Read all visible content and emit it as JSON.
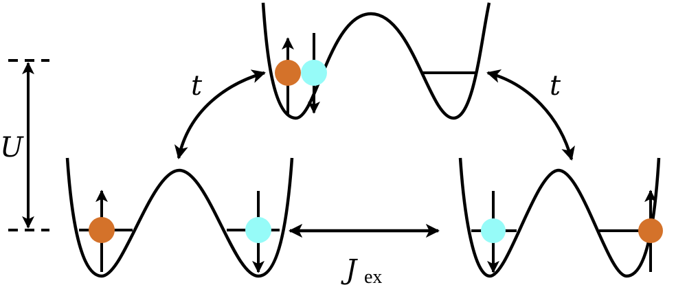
{
  "diagram": {
    "description": "Double-well potential diagram showing doubly-occupied state (energy U) connected by tunneling t to two singly-occupied spin configurations, which are connected by exchange J_ex.",
    "colors": {
      "spin_up_particle": "#D4722A",
      "spin_down_particle": "#96FBF8",
      "line": "#000000",
      "background": "#FFFFFF"
    },
    "labels": {
      "energy_gap": "U",
      "tunneling_left": "t",
      "tunneling_right": "t",
      "exchange_main": "J",
      "exchange_sub": "ex"
    },
    "states": [
      {
        "name": "doubly-occupied",
        "position": "top-center",
        "left_well": [
          "up",
          "down"
        ],
        "right_well": []
      },
      {
        "name": "singlet-like-left",
        "position": "bottom-left",
        "left_well": [
          "up"
        ],
        "right_well": [
          "down"
        ]
      },
      {
        "name": "singlet-like-right",
        "position": "bottom-right",
        "left_well": [
          "down"
        ],
        "right_well": [
          "up"
        ]
      }
    ]
  }
}
